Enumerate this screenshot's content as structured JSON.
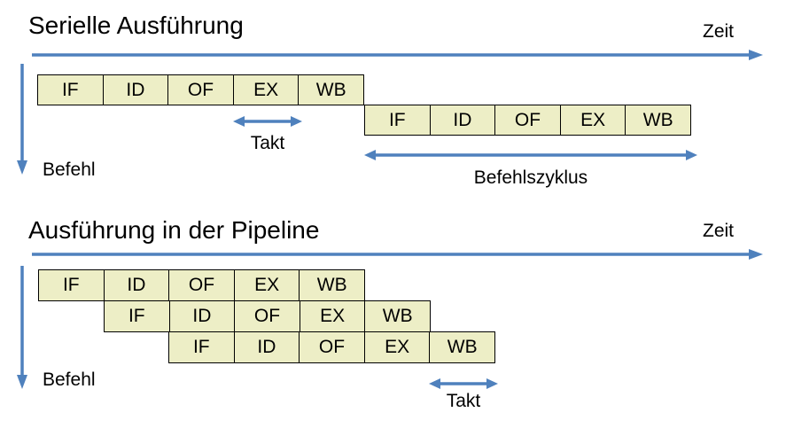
{
  "colors": {
    "accent": "#4F81BD",
    "box_fill": "#EDEEC6",
    "box_border": "#000000",
    "text": "#000000",
    "background": "#FFFFFF"
  },
  "serial": {
    "title": "Serielle Ausführung",
    "time_label": "Zeit",
    "instruction_label": "Befehl",
    "clock_label": "Takt",
    "cycle_label": "Befehlszyklus",
    "rows": [
      [
        "IF",
        "ID",
        "OF",
        "EX",
        "WB"
      ],
      [
        "IF",
        "ID",
        "OF",
        "EX",
        "WB"
      ]
    ]
  },
  "pipeline": {
    "title": "Ausführung in der Pipeline",
    "time_label": "Zeit",
    "instruction_label": "Befehl",
    "clock_label": "Takt",
    "rows": [
      [
        "IF",
        "ID",
        "OF",
        "EX",
        "WB"
      ],
      [
        "IF",
        "ID",
        "OF",
        "EX",
        "WB"
      ],
      [
        "IF",
        "ID",
        "OF",
        "EX",
        "WB"
      ]
    ]
  }
}
